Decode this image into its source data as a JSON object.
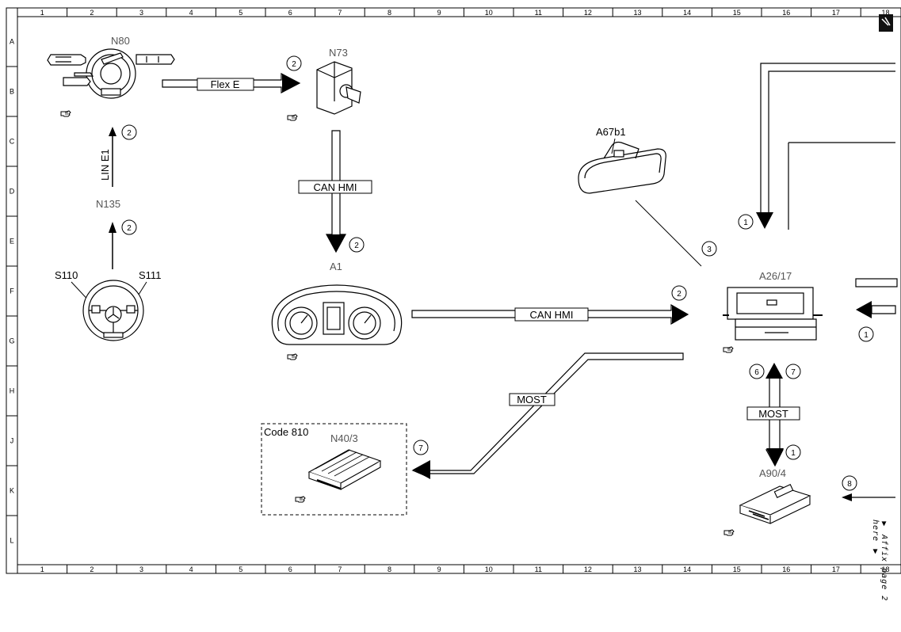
{
  "grid": {
    "columns": [
      "1",
      "2",
      "3",
      "4",
      "5",
      "6",
      "7",
      "8",
      "9",
      "10",
      "11",
      "12",
      "13",
      "14",
      "15",
      "16",
      "17",
      "18"
    ],
    "rows": [
      "A",
      "B",
      "C",
      "D",
      "E",
      "F",
      "G",
      "H",
      "J",
      "K",
      "L"
    ]
  },
  "components": {
    "n80": "N80",
    "n73": "N73",
    "n135": "N135",
    "s110": "S110",
    "s111": "S111",
    "a67b1": "A67b1",
    "a1": "A1",
    "a26_17": "A26/17",
    "n40_3": "N40/3",
    "a90_4": "A90/4"
  },
  "buses": {
    "flex_e": "Flex E",
    "can_hmi_vertical": "CAN HMI",
    "can_hmi_horizontal": "CAN HMI",
    "lin_e1": "LIN E1",
    "most_diagonal": "MOST",
    "most_vertical": "MOST"
  },
  "code_box": {
    "label": "Code 810"
  },
  "markers": {
    "flex_e_target": "2",
    "n80_lin": "2",
    "n135_up": "2",
    "can_to_a1": "2",
    "can_to_a26": "2",
    "a67b1_link": "3",
    "a26_in_left": "1",
    "a26_in_right": "1",
    "most_to_n40": "7",
    "most_up_left": "6",
    "most_up_right": "7",
    "most_down": "1",
    "a90_in": "8"
  },
  "affix_note": "▼ Affix page 2 here ▼",
  "icons": [
    "reference-hand-icon",
    "page-corner-icon"
  ]
}
